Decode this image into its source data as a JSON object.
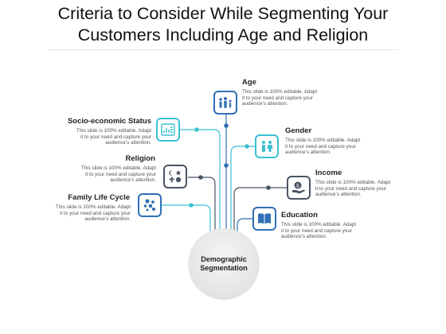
{
  "title_line1": "Criteria to Consider While Segmenting Your",
  "title_line2": "Customers Including Age and Religion",
  "center": {
    "line1": "Demographic",
    "line2": "Segmentation"
  },
  "items": [
    {
      "title": "Age",
      "d1": "This slide is 100% editable. Adapt",
      "d2": "it to your need and capture your",
      "d3": "audience’s attention.",
      "icon": "family-icon"
    },
    {
      "title": "Socio-economic Status",
      "d1": "This slide is 100% editable. Adapt",
      "d2": "it to your need and capture your",
      "d3": "audience’s attention.",
      "icon": "chart-document-icon"
    },
    {
      "title": "Gender",
      "d1": "This slide is 100% editable. Adapt",
      "d2": "it to your need and capture your",
      "d3": "audience’s attention.",
      "icon": "gender-icon"
    },
    {
      "title": "Religion",
      "d1": "This slide is 100% editable. Adapt",
      "d2": "it to your need and capture your",
      "d3": "audience’s attention.",
      "icon": "religion-symbols-icon"
    },
    {
      "title": "Income",
      "d1": "This slide is 100% editable. Adapt",
      "d2": "it to your need and capture your",
      "d3": "audience’s attention.",
      "icon": "money-hand-icon"
    },
    {
      "title": "Family Life Cycle",
      "d1": "This slide is 100% editable. Adapt",
      "d2": "it to your need and capture your",
      "d3": "audience’s attention.",
      "icon": "life-cycle-icon"
    },
    {
      "title": "Education",
      "d1": "This slide is 100% editable. Adapt",
      "d2": "it to your need and capture your",
      "d3": "audience’s attention.",
      "icon": "book-icon"
    }
  ],
  "colors": {
    "teal": "#3bc0d1",
    "blue": "#2f6fb5",
    "dark": "#4a5463",
    "line": "#9aa3ad"
  }
}
